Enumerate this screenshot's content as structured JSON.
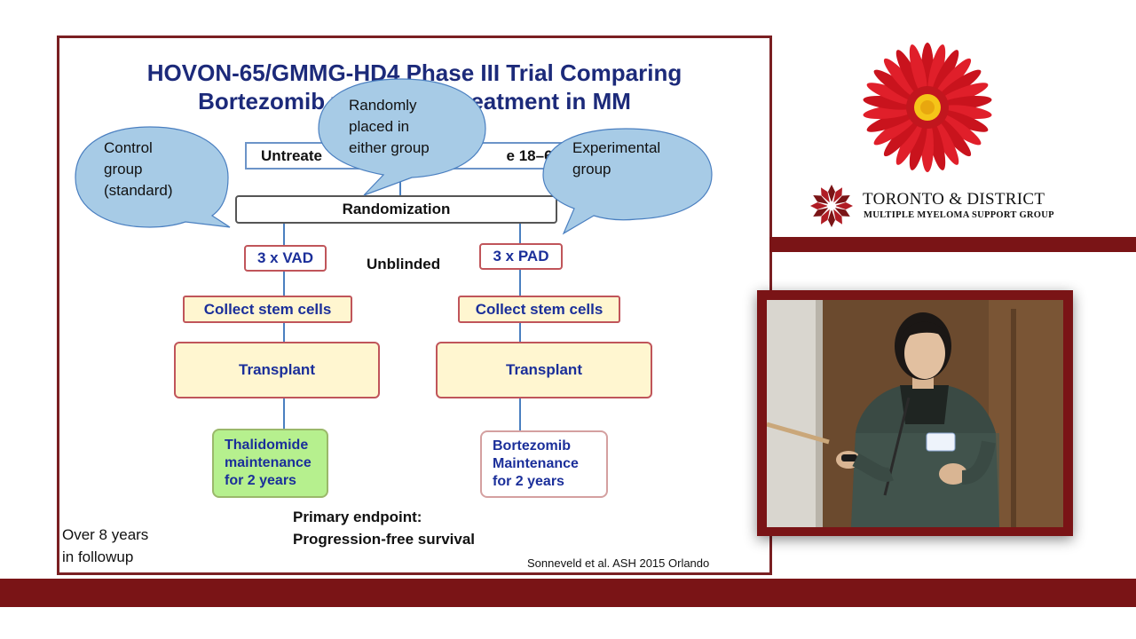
{
  "slide": {
    "title_line1": "HOVON-65/GMMG-HD4 Phase III Trial Comparing",
    "title_line2_left": "Bortezomib v",
    "title_line2_right": "Treatment in MM",
    "untreated_left": "Untreate",
    "untreated_right": "e 18–65",
    "randomization": "Randomization",
    "unblinded": "Unblinded",
    "left_arm": {
      "regimen": "3 x VAD",
      "collect": "Collect stem cells",
      "transplant": "Transplant",
      "maintenance": [
        "Thalidomide",
        "maintenance",
        "for 2 years"
      ]
    },
    "right_arm": {
      "regimen": "3 x PAD",
      "collect": "Collect stem cells",
      "transplant": "Transplant",
      "maintenance": [
        "Bortezomib",
        "Maintenance",
        "for 2 years"
      ]
    },
    "primary_endpoint": [
      "Primary endpoint:",
      "Progression-free survival"
    ],
    "followup": [
      "Over 8 years",
      "in followup"
    ],
    "citation": "Sonneveld et al.  ASH 2015 Orlando",
    "callouts": {
      "control": [
        "Control",
        "group",
        "(standard)"
      ],
      "random": [
        "Randomly",
        "placed in",
        "either group"
      ],
      "experimental": [
        "Experimental",
        "group"
      ]
    }
  },
  "branding": {
    "org_name": "TORONTO & DISTRICT",
    "org_subtitle": "MULTIPLE MYELOMA SUPPORT GROUP"
  },
  "colors": {
    "maroon": "#7a1416",
    "title_navy": "#1c2a7a",
    "box_text_blue": "#1b2f9a",
    "callout_blue": "#a7cbe6",
    "box_fill_cream": "#fff6d0",
    "maint_green": "#b6f08e"
  }
}
